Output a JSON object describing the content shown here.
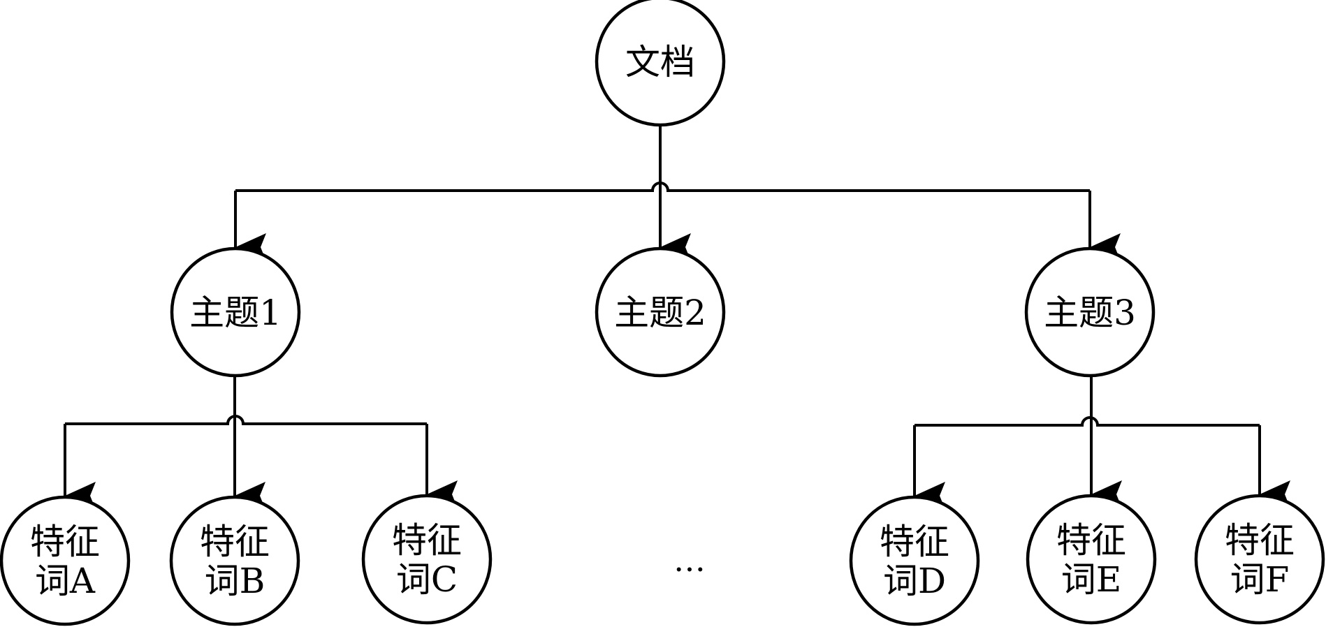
{
  "diagram": {
    "type": "tree",
    "colors": {
      "stroke": "#000000",
      "fill": "#ffffff",
      "text": "#000000"
    },
    "root": {
      "id": "doc",
      "label": [
        "文档"
      ]
    },
    "topics": [
      {
        "id": "topic1",
        "label": [
          "主题1"
        ]
      },
      {
        "id": "topic2",
        "label": [
          "主题2"
        ]
      },
      {
        "id": "topic3",
        "label": [
          "主题3"
        ]
      }
    ],
    "features": [
      {
        "id": "featA",
        "parent": "topic1",
        "label": [
          "特征",
          "词A"
        ]
      },
      {
        "id": "featB",
        "parent": "topic1",
        "label": [
          "特征",
          "词B"
        ]
      },
      {
        "id": "featC",
        "parent": "topic1",
        "label": [
          "特征",
          "词C"
        ]
      },
      {
        "id": "featD",
        "parent": "topic3",
        "label": [
          "特征",
          "词D"
        ]
      },
      {
        "id": "featE",
        "parent": "topic3",
        "label": [
          "特征",
          "词E"
        ]
      },
      {
        "id": "featF",
        "parent": "topic3",
        "label": [
          "特征",
          "词F"
        ]
      }
    ],
    "ellipsis": "…",
    "edges": [
      [
        "doc",
        "topic1"
      ],
      [
        "doc",
        "topic2"
      ],
      [
        "doc",
        "topic3"
      ],
      [
        "topic1",
        "featA"
      ],
      [
        "topic1",
        "featB"
      ],
      [
        "topic1",
        "featC"
      ],
      [
        "topic3",
        "featD"
      ],
      [
        "topic3",
        "featE"
      ],
      [
        "topic3",
        "featF"
      ]
    ]
  }
}
